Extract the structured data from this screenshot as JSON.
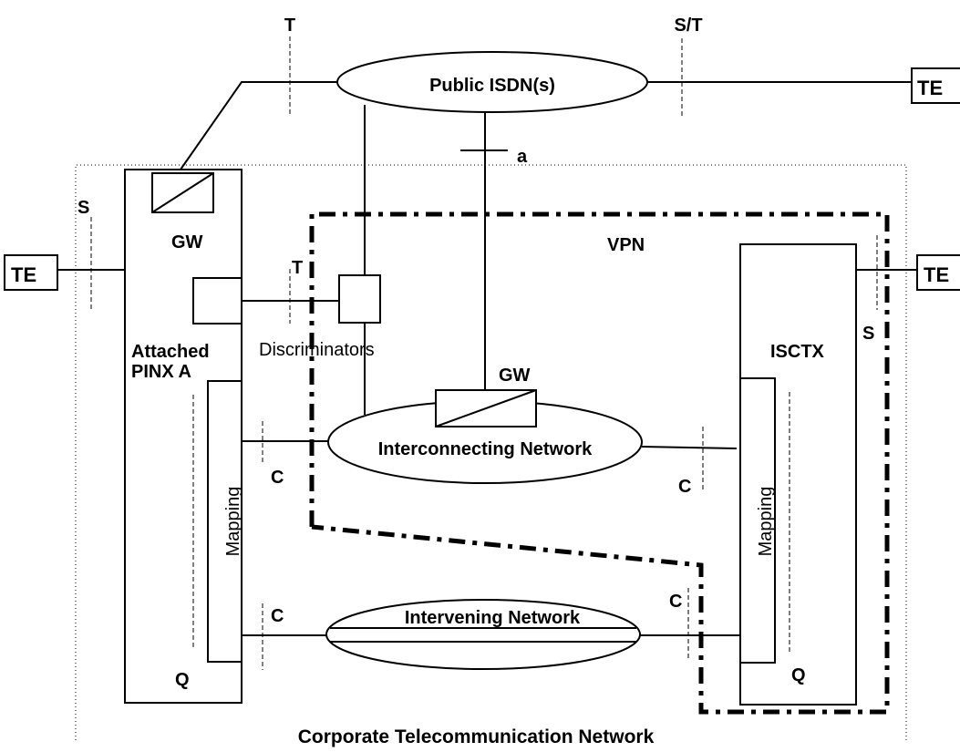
{
  "labels": {
    "public_isdn": "Public ISDN(s)",
    "ref_t_top": "T",
    "ref_st": "S/T",
    "ref_a": "a",
    "ref_s_left": "S",
    "ref_t_mid": "T",
    "ref_s_right": "S",
    "te_right_top": "TE",
    "te_left": "TE",
    "te_right": "TE",
    "gw_pinx": "GW",
    "vpn": "VPN",
    "attached_pinx_line1": "Attached",
    "attached_pinx_line2": "PINX A",
    "discriminators": "Discriminators",
    "gw_interconnect": "GW",
    "isctx": "ISCTX",
    "interconnecting_network": "Interconnecting Network",
    "mapping_left": "Mapping",
    "mapping_right": "Mapping",
    "ref_c_left_upper": "C",
    "ref_c_right_upper": "C",
    "ref_c_left_lower": "C",
    "ref_c_right_lower": "C",
    "intervening_network": "Intervening Network",
    "q_left": "Q",
    "q_right": "Q",
    "corporate_network": "Corporate Telecommunication Network"
  }
}
